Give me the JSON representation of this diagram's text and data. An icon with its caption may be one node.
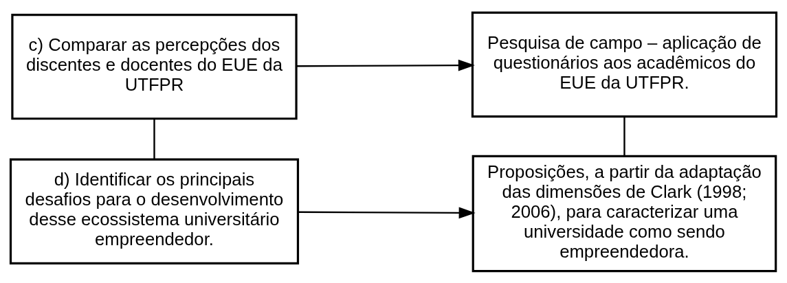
{
  "diagram": {
    "nodes": [
      {
        "text": [
          "c) Comparar as percepções dos discentes e docentes do EUE da UTFPR"
        ]
      },
      {
        "text": [
          "Pesquisa de campo – aplicação de questionários aos acadêmicos do EUE da UTFPR."
        ]
      },
      {
        "text": [
          "d) Identificar os principais desafios para o desenvolvimento desse ecossistema universitário empreendedor."
        ]
      },
      {
        "text": [
          "Proposições, a partir da adaptação das dimensões de Clark (1998; 2006), para caracterizar uma universidade como sendo empreendedora."
        ]
      }
    ],
    "edges": [
      {
        "from": 0,
        "to": 1,
        "arrow": "to"
      },
      {
        "from": 0,
        "to": 2,
        "arrow": "none"
      },
      {
        "from": 1,
        "to": 3,
        "arrow": "none"
      },
      {
        "from": 2,
        "to": 3,
        "arrow": "to"
      }
    ]
  }
}
